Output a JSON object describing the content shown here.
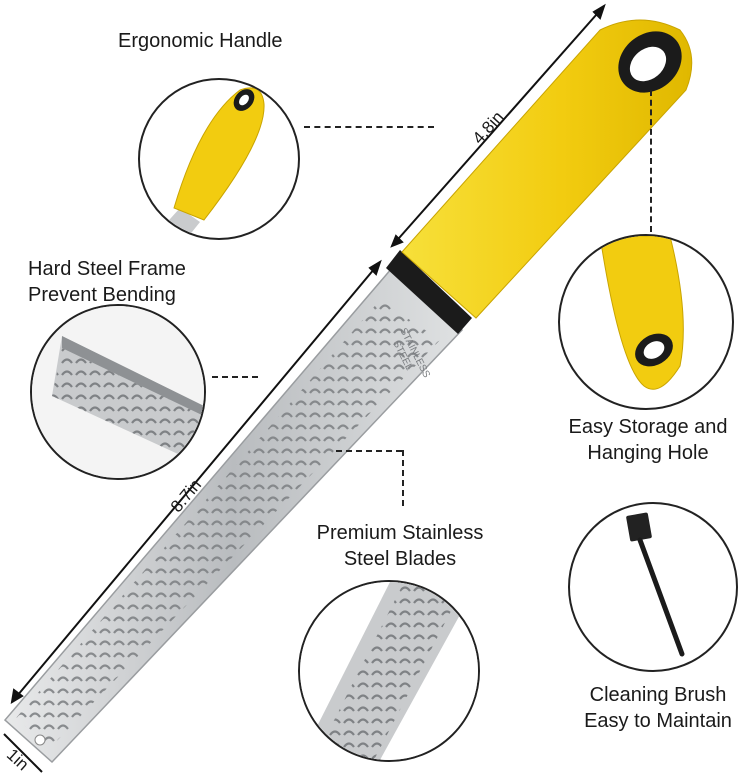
{
  "labels": {
    "ergonomic_handle": "Ergonomic Handle",
    "hard_steel_line1": "Hard Steel Frame",
    "hard_steel_line2": "Prevent Bending",
    "easy_storage_line1": "Easy Storage and",
    "easy_storage_line2": "Hanging Hole",
    "premium_line1": "Premium Stainless",
    "premium_line2": "Steel Blades",
    "cleaning_line1": "Cleaning Brush",
    "cleaning_line2": "Easy to Maintain"
  },
  "dimensions": {
    "handle_length": "4.8in",
    "blade_length": "8.7in",
    "width": "1in"
  },
  "blade_engraving": {
    "line1": "STAINLESS",
    "line2": "STEEL"
  },
  "colors": {
    "handle_yellow": "#f5d218",
    "handle_black": "#1b1b1b",
    "steel": "#c9cbcd",
    "steel_dark": "#8e9194"
  }
}
